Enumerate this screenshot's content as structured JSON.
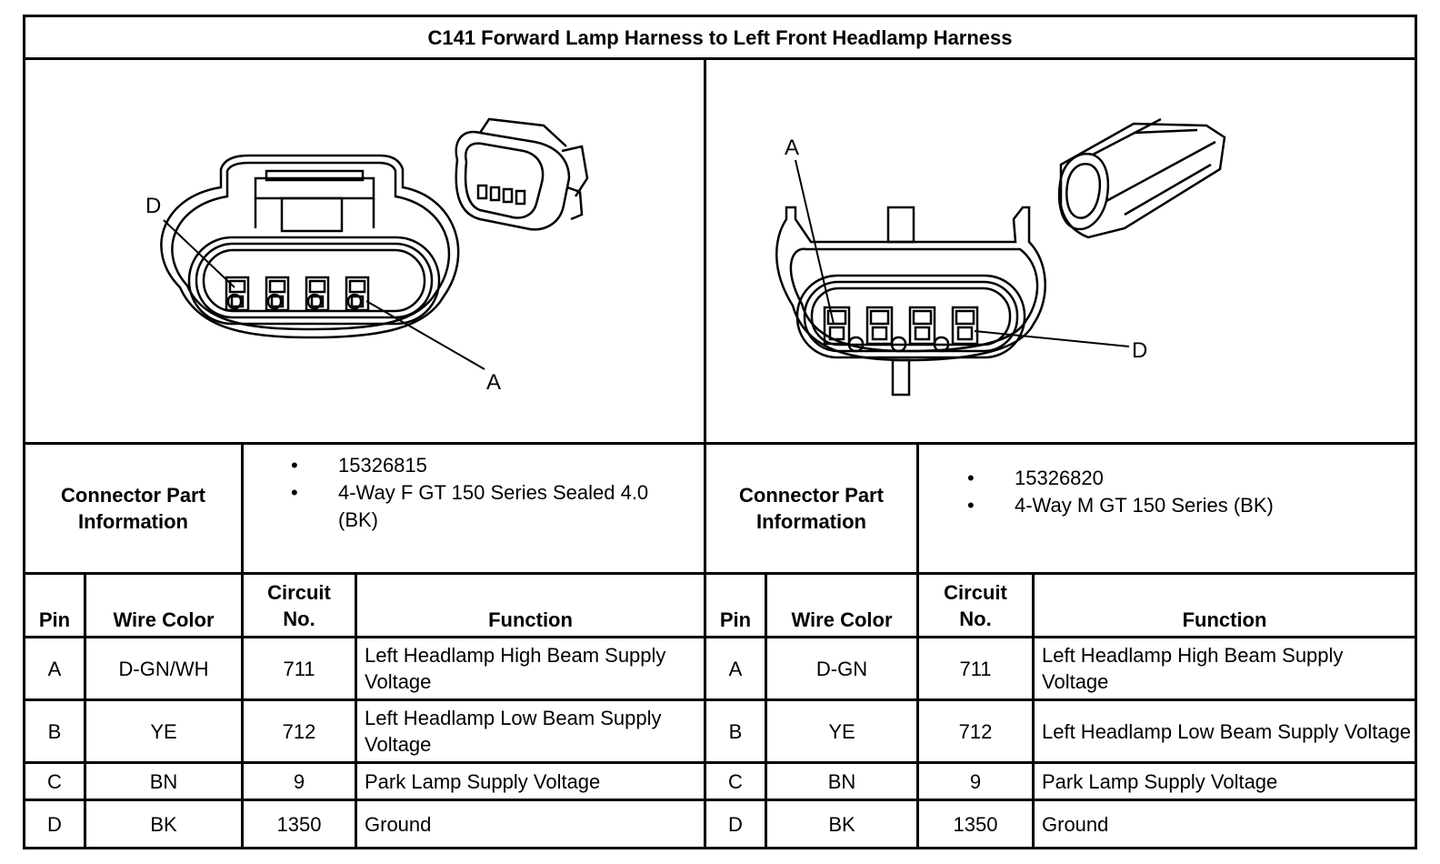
{
  "title": "C141 Forward Lamp Harness to Left Front Headlamp Harness",
  "left": {
    "pin_labels": {
      "top": "D",
      "bottom": "A"
    },
    "part_info_label": "Connector Part Information",
    "part_info": [
      "15326815",
      "4-Way F GT 150 Series Sealed 4.0 (BK)"
    ],
    "rows": [
      {
        "pin": "A",
        "color": "D-GN/WH",
        "circuit": "711",
        "function": "Left Headlamp High Beam Supply Voltage"
      },
      {
        "pin": "B",
        "color": "YE",
        "circuit": "712",
        "function": "Left Headlamp Low Beam Supply Voltage"
      },
      {
        "pin": "C",
        "color": "BN",
        "circuit": "9",
        "function": "Park Lamp Supply Voltage"
      },
      {
        "pin": "D",
        "color": "BK",
        "circuit": "1350",
        "function": "Ground"
      }
    ]
  },
  "right": {
    "pin_labels": {
      "top": "A",
      "bottom": "D"
    },
    "part_info_label": "Connector Part Information",
    "part_info": [
      "15326820",
      "4-Way M GT 150 Series (BK)"
    ],
    "rows": [
      {
        "pin": "A",
        "color": "D-GN",
        "circuit": "711",
        "function": "Left Headlamp High Beam Supply Voltage"
      },
      {
        "pin": "B",
        "color": "YE",
        "circuit": "712",
        "function": "Left Headlamp Low Beam Supply Voltage"
      },
      {
        "pin": "C",
        "color": "BN",
        "circuit": "9",
        "function": "Park Lamp Supply Voltage"
      },
      {
        "pin": "D",
        "color": "BK",
        "circuit": "1350",
        "function": "Ground"
      }
    ]
  },
  "headers": {
    "pin": "Pin",
    "wire_color": "Wire Color",
    "circuit": "Circuit No.",
    "function": "Function"
  }
}
